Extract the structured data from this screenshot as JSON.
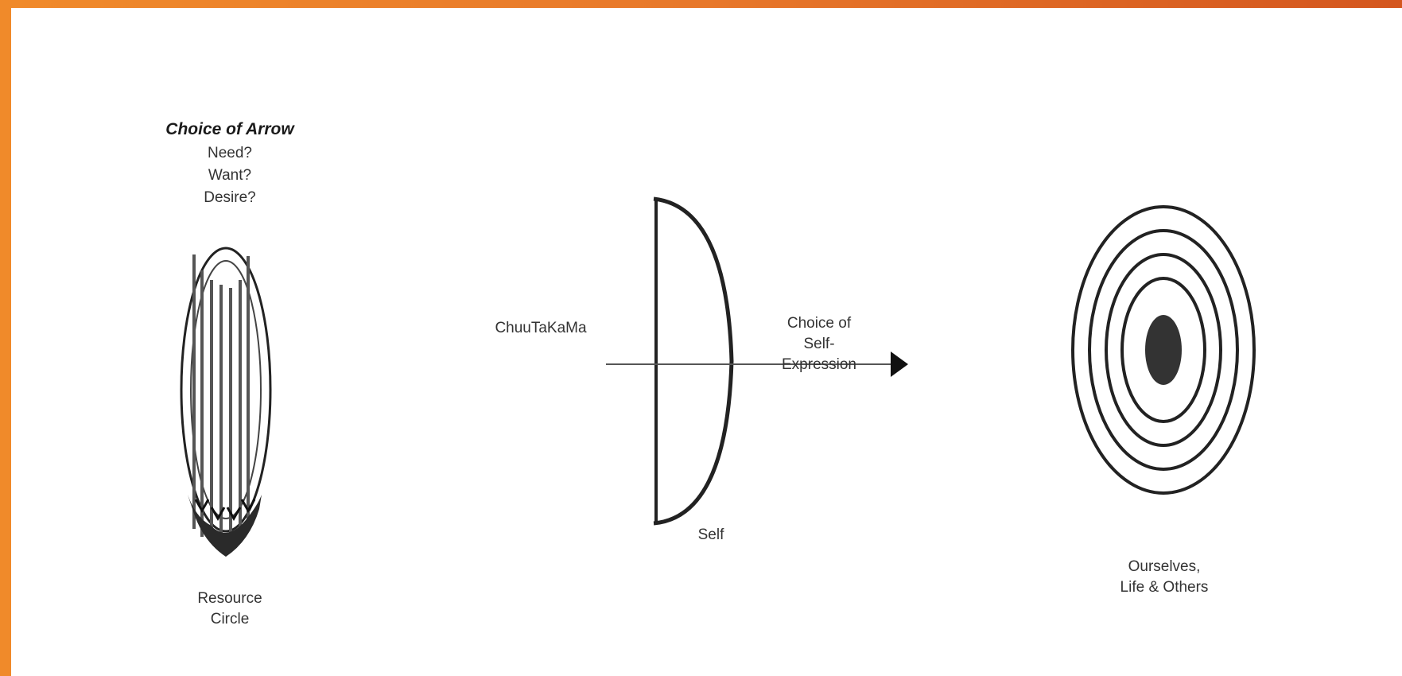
{
  "quiver": {
    "title": "Choice of Arrow",
    "questions": [
      "Need?",
      "Want?",
      "Desire?"
    ],
    "caption": "Resource\nCircle"
  },
  "bow": {
    "left_label": "ChuuTaKaMa",
    "right_label": "Choice of\nSelf-\nExpression",
    "bottom_label": "Self"
  },
  "target": {
    "caption": "Ourselves,\nLife & Others"
  },
  "colors": {
    "frame": "#e87a2c",
    "stroke": "#222222",
    "bullseye": "#333333"
  }
}
